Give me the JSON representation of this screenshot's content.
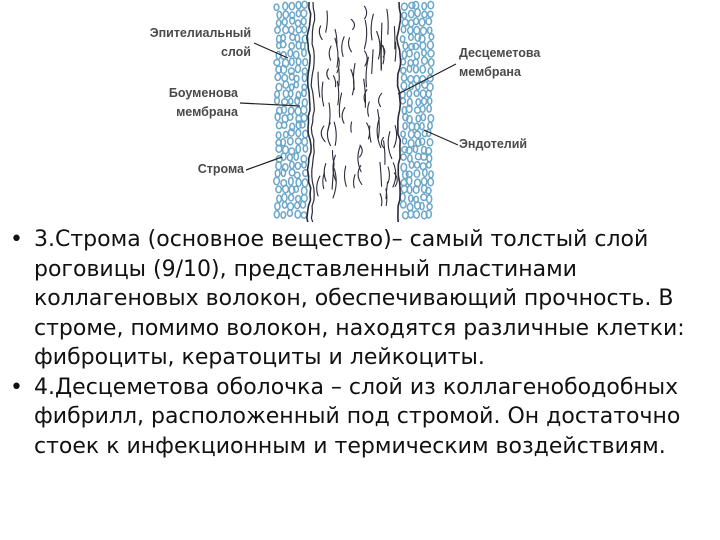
{
  "figure": {
    "labels": {
      "epithelial": "Эпителиальный\nслой",
      "bowman": "Боуменова\nмембрана",
      "stroma": "Строма",
      "descemet": "Десцеметова\nмембрана",
      "endothelium": "Эндотелий"
    },
    "colors": {
      "cells": "#6aa6c8",
      "fibers": "#2b2b3a",
      "leader": "#222222",
      "label": "#4a4a4a"
    }
  },
  "bullets": {
    "marker": "•",
    "items": [
      "3.Строма (основное вещество)– самый толстый слой роговицы (9/10), представленный пластинами коллагеновых волокон, обеспечивающий прочность. В строме, помимо волокон, находятся различные клетки: фиброциты, кератоциты и лейкоциты.",
      "4.Десцеметова оболочка – слой из коллагенободобных фибрилл, расположенный под стромой. Он достаточно стоек к инфекционным и термическим воздействиям."
    ]
  }
}
